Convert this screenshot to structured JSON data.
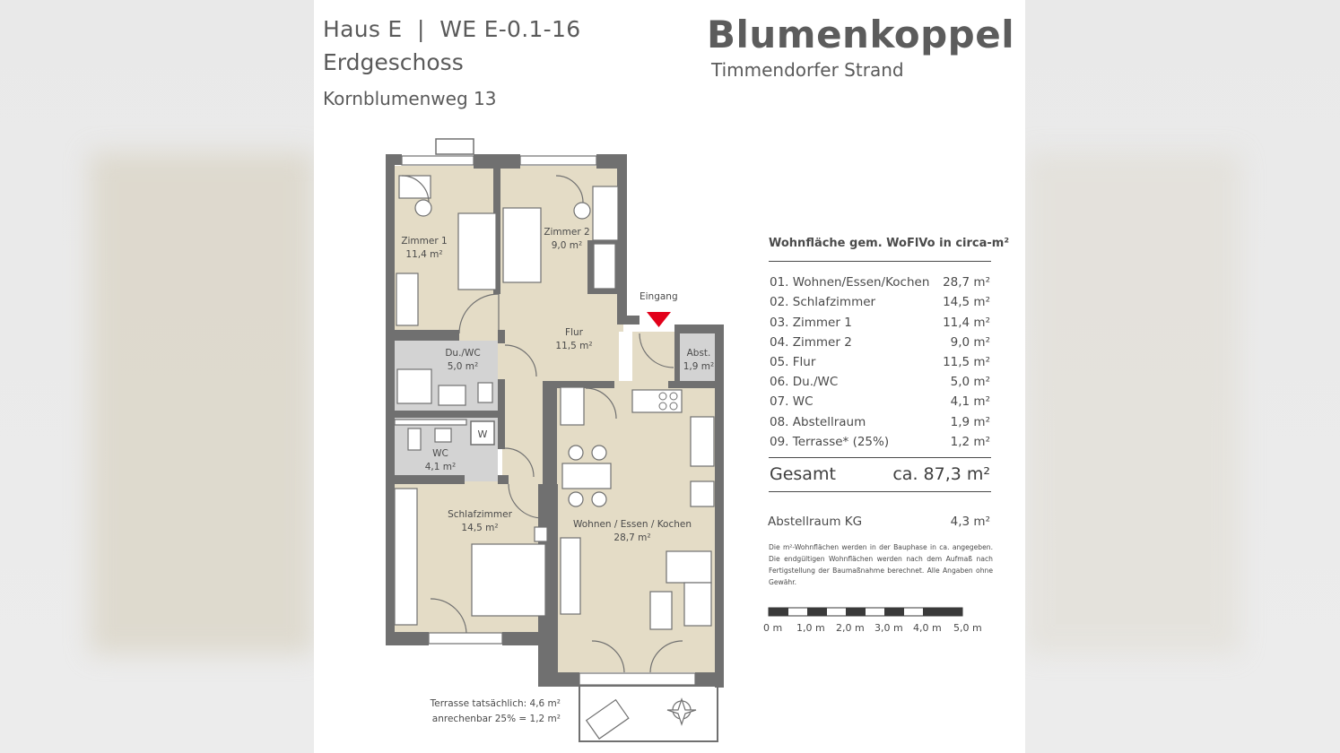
{
  "header": {
    "line1": "Haus E  |  WE E-0.1-16",
    "line2": "Erdgeschoss",
    "line3": "Kornblumenweg 13"
  },
  "brand": {
    "name": "Blumenkoppel",
    "location": "Timmendorfer Strand"
  },
  "plan": {
    "rooms": [
      {
        "name": "Zimmer 1",
        "area": "11,4 m²"
      },
      {
        "name": "Zimmer 2",
        "area": "9,0 m²"
      },
      {
        "name": "Flur",
        "area": "11,5 m²"
      },
      {
        "name": "Abst.",
        "area": "1,9 m²"
      },
      {
        "name": "Du./WC",
        "area": "5,0 m²"
      },
      {
        "name": "WC",
        "area": "4,1 m²"
      },
      {
        "name": "Schlafzimmer",
        "area": "14,5 m²"
      },
      {
        "name": "Wohnen / Essen / Kochen",
        "area": "28,7 m²"
      }
    ],
    "entrance_label": "Eingang",
    "washer_label": "W",
    "terrace_line1": "Terrasse tatsächlich: 4,6 m²",
    "terrace_line2": "anrechenbar 25% = 1,2 m²"
  },
  "areas": {
    "title": "Wohnfläche gem. WoFlVo in circa-m²",
    "items": [
      {
        "label": "01. Wohnen/Essen/Kochen",
        "value": "28,7 m²"
      },
      {
        "label": "02. Schlafzimmer",
        "value": "14,5 m²"
      },
      {
        "label": "03. Zimmer 1",
        "value": "11,4 m²"
      },
      {
        "label": "04. Zimmer 2",
        "value": "9,0 m²"
      },
      {
        "label": "05. Flur",
        "value": "11,5 m²"
      },
      {
        "label": "06. Du./WC",
        "value": "5,0 m²"
      },
      {
        "label": "07. WC",
        "value": "4,1 m²"
      },
      {
        "label": "08. Abstellraum",
        "value": "1,9 m²"
      },
      {
        "label": "09. Terrasse* (25%)",
        "value": "1,2 m²"
      }
    ],
    "total_label": "Gesamt",
    "total_value": "ca. 87,3 m²",
    "kg_label": "Abstellraum KG",
    "kg_value": "4,3 m²",
    "note": "Die m²-Wohnflächen werden in der Bauphase in ca. angegeben. Die endgültigen Wohnflächen werden nach dem Aufmaß nach Fertigstellung der Baumaßnahme berechnet. Alle Angaben ohne Gewähr."
  },
  "scale": {
    "labels": [
      "0 m",
      "1,0 m",
      "2,0 m",
      "3,0 m",
      "4,0 m",
      "5,0 m"
    ]
  },
  "colors": {
    "wall": "#707070",
    "floor_living": "#e4dcc6",
    "floor_wet": "#d3d3d3",
    "entrance_marker": "#e2001a",
    "text": "#4a4a4a"
  }
}
